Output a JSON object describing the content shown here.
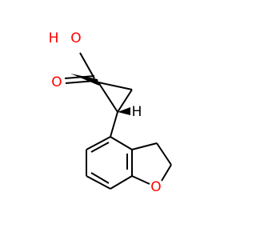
{
  "molecule": {
    "atoms": {
      "hydroxyl_hydrogen": "H",
      "hydroxyl_oxygen": "O",
      "carbonyl_oxygen": "O",
      "stereo_hydrogen": "H",
      "ring_oxygen": "O"
    },
    "colors": {
      "bond": "#000000",
      "oxygen": "#ff0000",
      "background": "#ffffff"
    }
  }
}
